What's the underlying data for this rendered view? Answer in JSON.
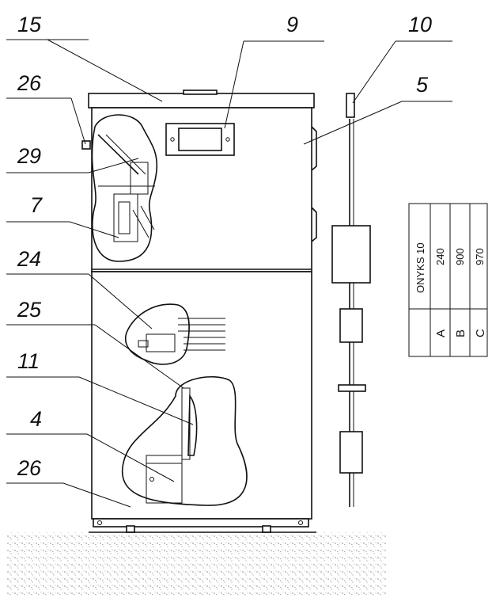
{
  "callouts": [
    {
      "id": "15",
      "text": "15"
    },
    {
      "id": "26-top",
      "text": "26"
    },
    {
      "id": "29",
      "text": "29"
    },
    {
      "id": "7",
      "text": "7"
    },
    {
      "id": "24",
      "text": "24"
    },
    {
      "id": "25",
      "text": "25"
    },
    {
      "id": "11",
      "text": "11"
    },
    {
      "id": "4",
      "text": "4"
    },
    {
      "id": "26-bottom",
      "text": "26"
    },
    {
      "id": "9",
      "text": "9"
    },
    {
      "id": "10",
      "text": "10"
    },
    {
      "id": "5",
      "text": "5"
    }
  ],
  "dimension_table": {
    "model": "ONYKS 10",
    "rows": [
      {
        "key": "A",
        "value": "240"
      },
      {
        "key": "B",
        "value": "900"
      },
      {
        "key": "C",
        "value": "970"
      }
    ]
  }
}
